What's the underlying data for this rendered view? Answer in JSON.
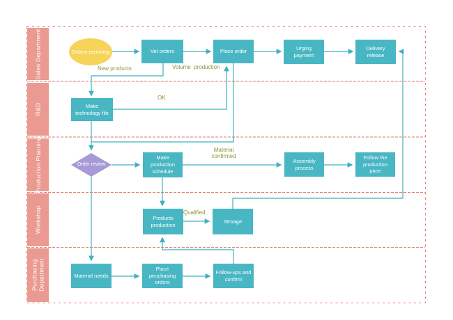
{
  "lanes": [
    "Sales Department",
    "R&D",
    "Production Planning",
    "Workshop",
    "Purchasing Department"
  ],
  "nodes": {
    "orders_receiving": "Orders receiving",
    "vet_orders": "Vet orders",
    "place_order": "Place order",
    "urging_payment": "Urging payment",
    "delivery_release": "Delivery release",
    "make_technology_file": "Make technology file",
    "order_review": "Order review",
    "make_production_schedule": "Make production schedule",
    "assembly_process": "Assembly process",
    "follow_production_pace": "Follow the production pace",
    "products_production": "Products production",
    "storage": "Stroage",
    "material_needs": "Material needs",
    "place_purchasing_orders": "Place peuchasing orders",
    "follow_ups_confirm": "Follow-ups and confirm"
  },
  "edge_labels": {
    "new_products": "New products",
    "volume_production": "Volume  production",
    "ok": "OK",
    "material_confirmed": "Material confirmed",
    "qualified": "Qualified"
  },
  "colors": {
    "node_fill": "#49b6c3",
    "start_fill": "#f6d45a",
    "decision_fill": "#a79ad5",
    "lane_fill": "#eb9a91",
    "connector": "#3fb0bf",
    "edge_label": "#8e9338",
    "boundary": "#e4756a"
  }
}
